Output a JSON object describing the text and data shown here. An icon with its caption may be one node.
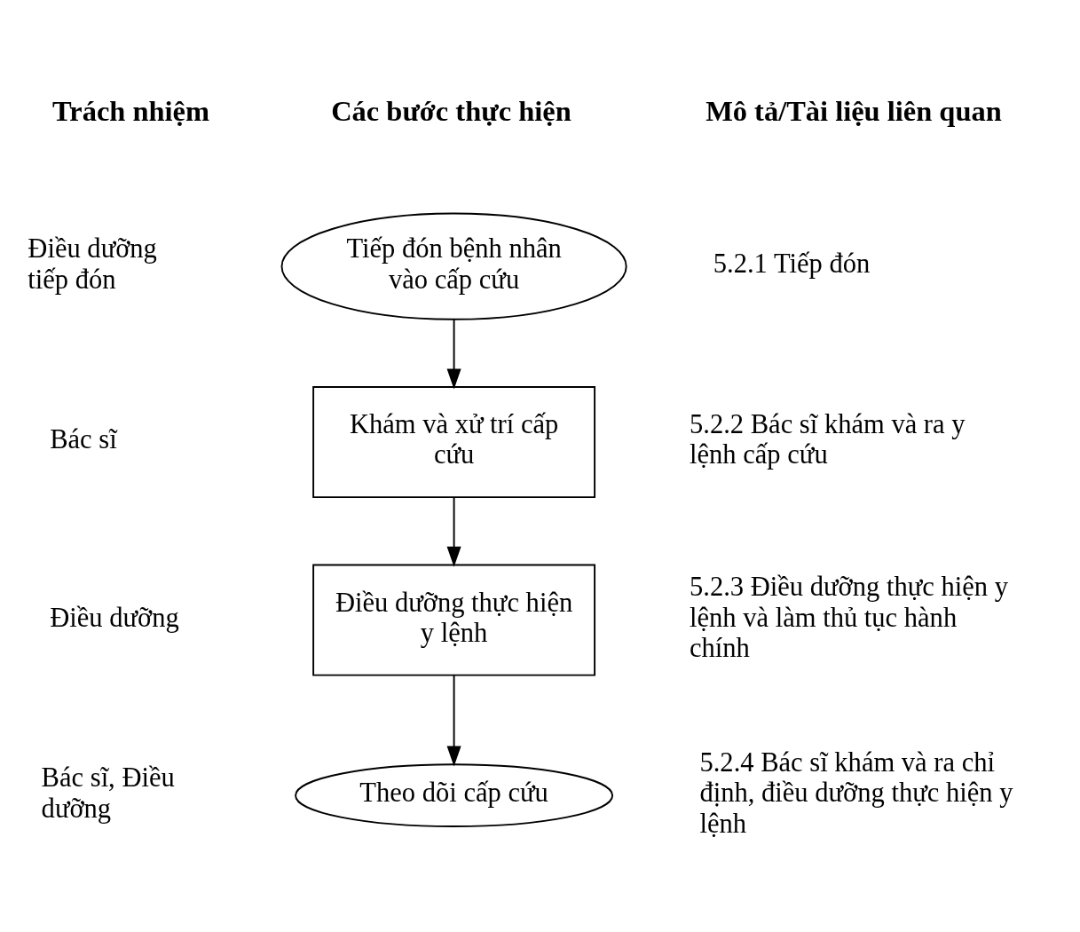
{
  "diagram": {
    "nodes": [
      {
        "text": [
          "Tiếp đón bệnh nhân vào cấp cứu"
        ]
      },
      {
        "text": [
          "Khám và xử trí cấp cứu"
        ]
      },
      {
        "text": [
          "Điều dưỡng thực hiện y lệnh"
        ]
      },
      {
        "text": [
          "Theo dõi cấp cứu"
        ]
      }
    ],
    "edges": [
      {
        "from": 0,
        "to": 1,
        "arrow": "to"
      },
      {
        "from": 1,
        "to": 2,
        "arrow": "to"
      },
      {
        "from": 2,
        "to": 3,
        "arrow": "to"
      }
    ],
    "labels": [
      "Trách nhiệm",
      "Các bước thực hiện",
      "Mô tả/Tài liệu liên quan",
      "Điều dưỡng tiếp đón",
      "5.2.1 Tiếp đón",
      "Bác sĩ",
      "5.2.2 Bác sĩ khám và ra y lệnh cấp cứu",
      "Điều dưỡng",
      "5.2.3 Điều dưỡng thực hiện y lệnh và làm thủ tục hành chính",
      "Bác sĩ, Điều dưỡng",
      "5.2.4 Bác sĩ khám và ra chỉ định, điều dưỡng thực hiện y lệnh"
    ]
  }
}
